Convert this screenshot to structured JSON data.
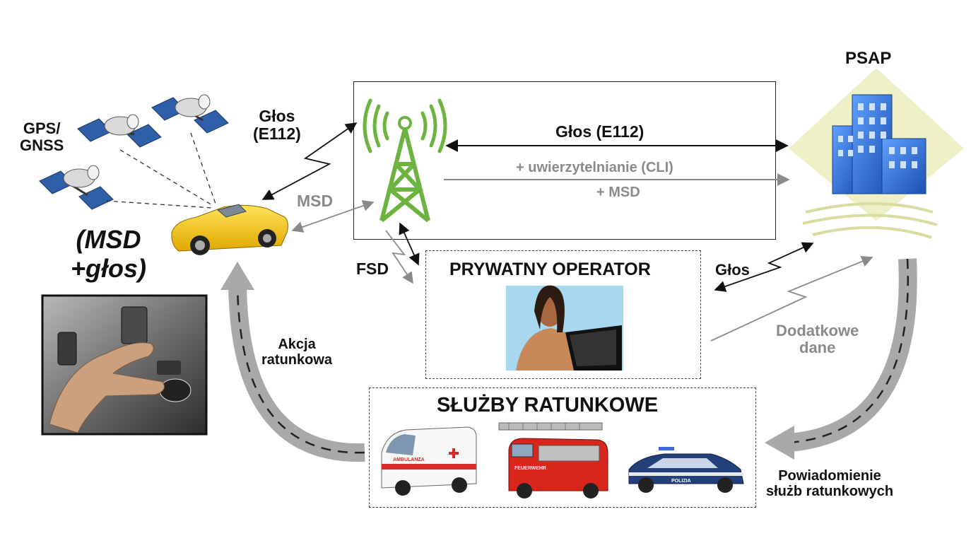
{
  "gps": {
    "line1": "GPS/",
    "line2": "GNSS"
  },
  "car": {
    "label_line1": "(MSD",
    "label_line2": "+głos)"
  },
  "network": {
    "voice_left_line1": "Głos",
    "voice_left_line2": "(E112)",
    "msd": "MSD",
    "fsd": "FSD",
    "voice_psap": "Głos (E112)",
    "cli": "+ uwierzytelnianie (CLI)",
    "msd_plus": "+ MSD"
  },
  "psap": {
    "title": "PSAP"
  },
  "operator": {
    "title": "PRYWATNY OPERATOR",
    "voice": "Głos"
  },
  "additional": {
    "line1": "Dodatkowe",
    "line2": "dane"
  },
  "rescue_action": {
    "line1": "Akcja",
    "line2": "ratunkowa"
  },
  "emergency": {
    "title": "SŁUŻBY RATUNKOWE",
    "ambulance_text": "AMBULANZA",
    "fire_text": "FEUERWEHR",
    "police_text": "POLIZIA"
  },
  "notification": {
    "line1": "Powiadomienie",
    "line2": "służb ratunkowych"
  },
  "colors": {
    "tower": "#6cb33f",
    "car": "#f5c400",
    "building": "#2a6fd0",
    "grey_arrow": "#8a8a8a",
    "big_arrow": "#a9a9a9"
  }
}
